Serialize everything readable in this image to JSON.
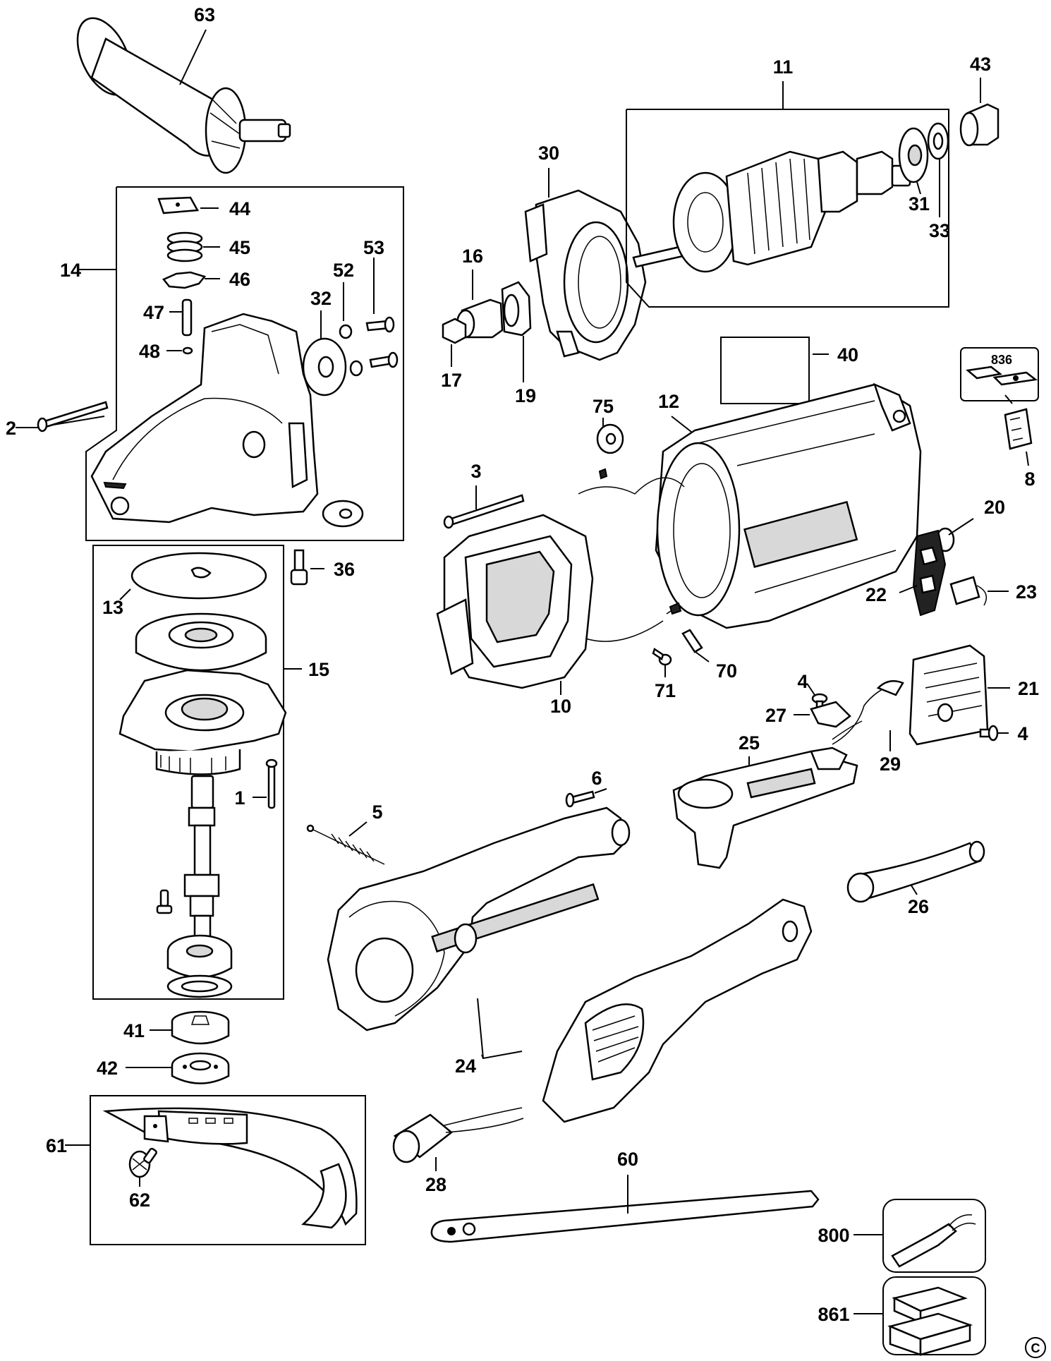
{
  "diagram": {
    "copyright": "C",
    "callouts": {
      "p63": "63",
      "p11": "11",
      "p43": "43",
      "p30": "30",
      "p31": "31",
      "p33": "33",
      "p44": "44",
      "p45": "45",
      "p46": "46",
      "p14": "14",
      "p47": "47",
      "p48": "48",
      "p53": "53",
      "p52": "52",
      "p32": "32",
      "p16": "16",
      "p17": "17",
      "p19": "19",
      "p40": "40",
      "p836": "836",
      "p8": "8",
      "p2": "2",
      "p75": "75",
      "p12": "12",
      "p3": "3",
      "p20": "20",
      "p22": "22",
      "p23": "23",
      "p36": "36",
      "p13": "13",
      "p15": "15",
      "p10": "10",
      "p71": "71",
      "p70": "70",
      "p4a": "4",
      "p27": "27",
      "p21": "21",
      "p4b": "4",
      "p29": "29",
      "p25": "25",
      "p6": "6",
      "p1": "1",
      "p5": "5",
      "p26": "26",
      "p41": "41",
      "p42": "42",
      "p24": "24",
      "p61": "61",
      "p62": "62",
      "p28": "28",
      "p60": "60",
      "p800": "800",
      "p861": "861"
    }
  }
}
